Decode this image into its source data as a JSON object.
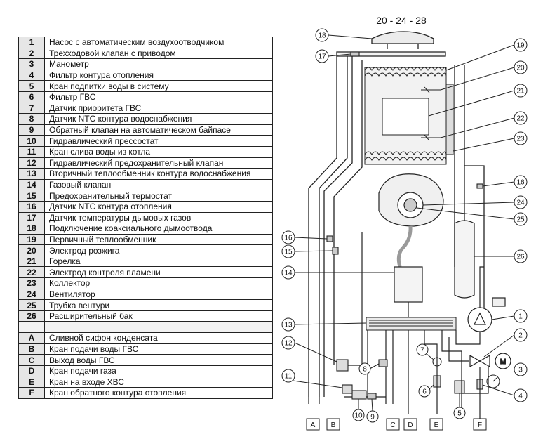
{
  "legend": {
    "rows": [
      {
        "num": "1",
        "text": "Насос с автоматическим воздухоотводчиком"
      },
      {
        "num": "2",
        "text": "Трехходовой клапан с приводом"
      },
      {
        "num": "3",
        "text": "Манометр"
      },
      {
        "num": "4",
        "text": "Фильтр контура отопления"
      },
      {
        "num": "5",
        "text": "Кран подпитки воды в систему"
      },
      {
        "num": "6",
        "text": "Фильтр ГВС"
      },
      {
        "num": "7",
        "text": "Датчик приоритета ГВС"
      },
      {
        "num": "8",
        "text": "Датчик NTC контура водоснабжения"
      },
      {
        "num": "9",
        "text": "Обратный клапан на автоматическом байпасе"
      },
      {
        "num": "10",
        "text": "Гидравлический прессостат"
      },
      {
        "num": "11",
        "text": "Кран слива воды из котла"
      },
      {
        "num": "12",
        "text": "Гидравлический предохранительный клапан"
      },
      {
        "num": "13",
        "text": "Вторичный теплообменник контура водоснабжения"
      },
      {
        "num": "14",
        "text": "Газовый клапан"
      },
      {
        "num": "15",
        "text": "Предохранительный термостат"
      },
      {
        "num": "16",
        "text": "Датчик NTC контура отопления"
      },
      {
        "num": "17",
        "text": "Датчик температуры дымовых газов"
      },
      {
        "num": "18",
        "text": "Подключение коаксиального дымоотвода"
      },
      {
        "num": "19",
        "text": "Первичный теплообменник"
      },
      {
        "num": "20",
        "text": "Электрод розжига"
      },
      {
        "num": "21",
        "text": "Горелка"
      },
      {
        "num": "22",
        "text": "Электрод контроля пламени"
      },
      {
        "num": "23",
        "text": "Коллектор"
      },
      {
        "num": "24",
        "text": "Вентилятор"
      },
      {
        "num": "25",
        "text": "Трубка вентури"
      },
      {
        "num": "26",
        "text": "Расширительный бак"
      },
      {
        "num": "",
        "text": ""
      },
      {
        "num": "A",
        "text": "Сливной сифон конденсата"
      },
      {
        "num": "B",
        "text": "Кран подачи воды ГВС"
      },
      {
        "num": "C",
        "text": "Выход воды ГВС"
      },
      {
        "num": "D",
        "text": "Кран подачи газа"
      },
      {
        "num": "E",
        "text": "Кран на входе ХВС"
      },
      {
        "num": "F",
        "text": "Кран обратного контура отопления"
      }
    ]
  },
  "diagram": {
    "title": "20 - 24 - 28",
    "motor_label": "M",
    "callouts": {
      "c1": "1",
      "c2": "2",
      "c3": "3",
      "c4": "4",
      "c5": "5",
      "c6": "6",
      "c7": "7",
      "c8": "8",
      "c9": "9",
      "c10": "10",
      "c11": "11",
      "c12": "12",
      "c13": "13",
      "c14": "14",
      "c15": "15",
      "c16a": "16",
      "c16b": "16",
      "c17": "17",
      "c18": "18",
      "c19": "19",
      "c20": "20",
      "c21": "21",
      "c22": "22",
      "c23": "23",
      "c24": "24",
      "c25": "25",
      "c26": "26"
    },
    "connections": [
      "A",
      "B",
      "C",
      "D",
      "E",
      "F"
    ]
  }
}
